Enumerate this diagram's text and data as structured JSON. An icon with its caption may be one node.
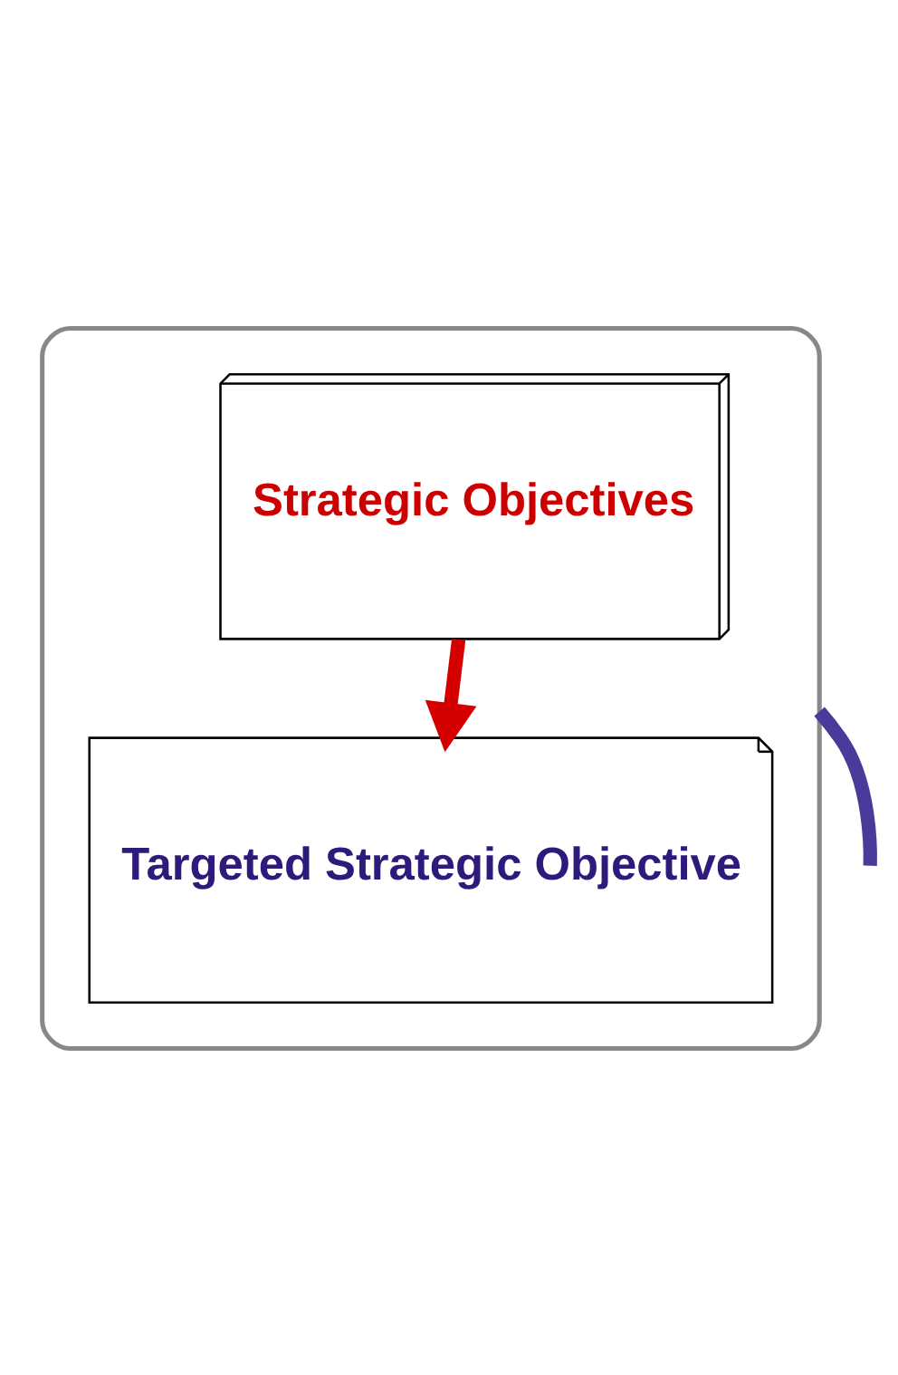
{
  "diagram": {
    "nodes": [
      {
        "text": [],
        "shape": "box"
      },
      {
        "text": [
          "Strategic Objectives"
        ],
        "in": 0
      },
      {
        "text": [
          "Targeted Strategic Objective"
        ],
        "in": 0
      }
    ],
    "edges": [
      {
        "from": 1,
        "to": 2,
        "arrow": "to",
        "color": "#d40000"
      },
      {
        "from": 0,
        "to": null,
        "arrow": "none",
        "color": "#4b3a9a"
      }
    ]
  }
}
